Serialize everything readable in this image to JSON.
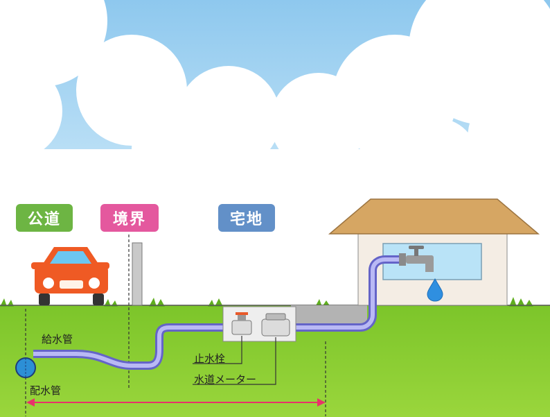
{
  "badges": {
    "road": "公道",
    "boundary": "境界",
    "property": "宅地"
  },
  "labels": {
    "service_pipe": "給水管",
    "distribution_main": "配水管",
    "stop_valve": "止水栓",
    "water_meter": "水道メーター"
  },
  "colors": {
    "sky": "#a9d6f2",
    "grass": "#84cc2e",
    "badge_road": "#6db543",
    "badge_boundary": "#e4589e",
    "badge_property": "#6290c8",
    "car": "#ef5a24",
    "roof": "#d6a663",
    "pipe": "#8f8fe6",
    "main_pipe": "#2c8fd6",
    "dimension_arrow": "#e8326a"
  },
  "icons": [
    "car-icon",
    "house-icon",
    "faucet-icon",
    "water-drop-icon",
    "stop-valve-icon",
    "water-meter-icon"
  ]
}
